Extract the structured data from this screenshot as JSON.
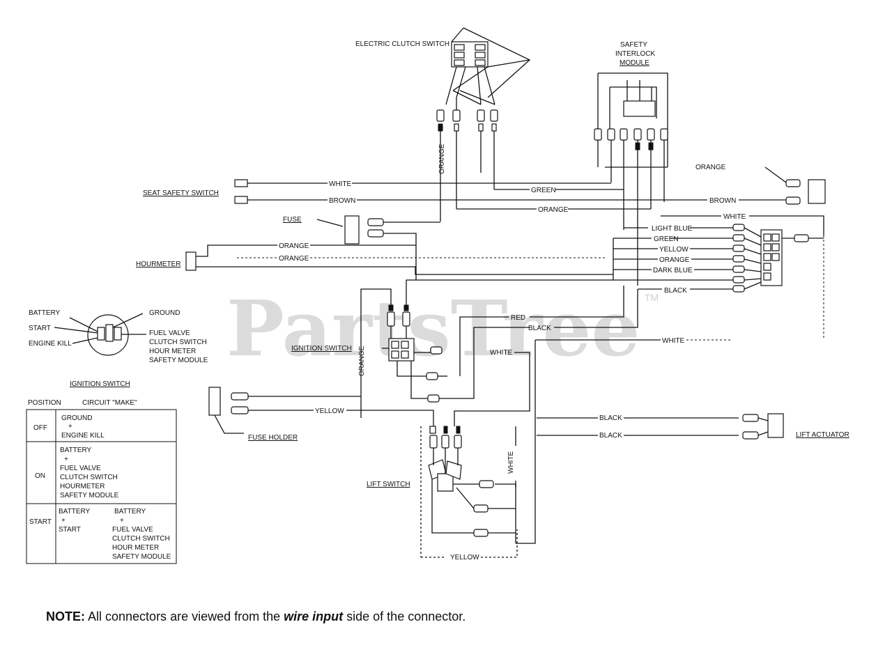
{
  "components": {
    "electric_clutch_switch": "ELECTRIC CLUTCH SWITCH",
    "safety_interlock_module": [
      "SAFETY",
      "INTERLOCK",
      "MODULE"
    ],
    "seat_safety_switch": "SEAT SAFETY SWITCH",
    "fuse": "FUSE",
    "hourmeter": "HOURMETER",
    "ignition_switch": "IGNITION SWITCH",
    "fuse_holder": "FUSE HOLDER",
    "lift_switch": "LIFT SWITCH",
    "lift_actuator": "LIFT ACTUATOR"
  },
  "wire_labels": {
    "white_seat": "WHITE",
    "brown_seat": "BROWN",
    "green_top": "GREEN",
    "orange_mid": "ORANGE",
    "orange_clutch": "ORANGE",
    "orange_topright": "ORANGE",
    "brown_right": "BROWN",
    "white_right": "WHITE",
    "light_blue": "LIGHT BLUE",
    "green_right": "GREEN",
    "yellow_right": "YELLOW",
    "orange_right": "ORANGE",
    "dark_blue": "DARK BLUE",
    "black_right": "BLACK",
    "orange_hour1": "ORANGE",
    "orange_hour2": "ORANGE",
    "red": "RED",
    "black_ign": "BLACK",
    "white_ign": "WHITE",
    "white_far": "WHITE",
    "orange_ign": "ORANGE",
    "yellow_fuse": "YELLOW",
    "black_lift1": "BLACK",
    "black_lift2": "BLACK",
    "white_lift": "WHITE",
    "yellow_bottom": "YELLOW"
  },
  "key_switch_labels": {
    "battery": "BATTERY",
    "start": "START",
    "engine_kill": "ENGINE KILL",
    "ground": "GROUND",
    "outputs": [
      "FUEL VALVE",
      "CLUTCH SWITCH",
      "HOUR METER",
      "SAFETY MODULE"
    ]
  },
  "ignition_table": {
    "title": "IGNITION SWITCH",
    "col_position": "POSITION",
    "col_circuit": "CIRCUIT \"MAKE\"",
    "rows": [
      {
        "position": "OFF",
        "circuit": [
          "GROUND",
          "+",
          "ENGINE KILL"
        ]
      },
      {
        "position": "ON",
        "circuit": [
          "BATTERY",
          "+",
          "FUEL VALVE",
          "CLUTCH SWITCH",
          "HOURMETER",
          "SAFETY MODULE"
        ]
      },
      {
        "position": "START",
        "circuit_a": [
          "BATTERY",
          "+",
          "START"
        ],
        "circuit_b": [
          "BATTERY",
          "+",
          "FUEL VALVE",
          "CLUTCH SWITCH",
          "HOUR METER",
          "SAFETY MODULE"
        ]
      }
    ]
  },
  "watermark": {
    "text": "PartsTree",
    "tm": "TM"
  },
  "note": {
    "bold_prefix": "NOTE:",
    "part1": " All connectors are viewed from the ",
    "emphasis": "wire input",
    "part2": " side of the connector."
  }
}
